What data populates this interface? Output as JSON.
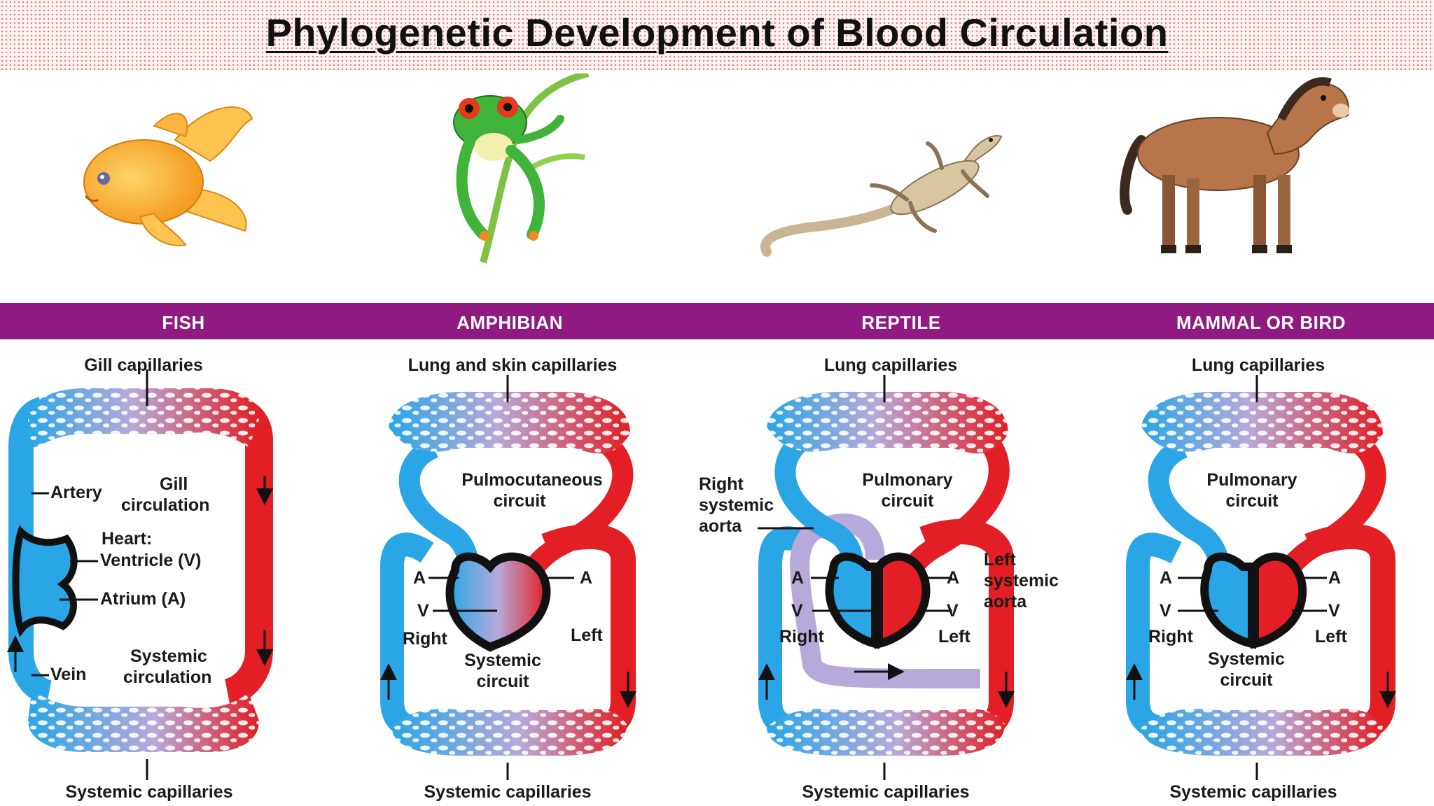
{
  "title": "Phylogenetic Development of Blood Circulation",
  "animals": [
    {
      "name": "goldfish",
      "icon": "goldfish-illustration"
    },
    {
      "name": "frog",
      "icon": "tree-frog-illustration"
    },
    {
      "name": "lizard",
      "icon": "lizard-illustration"
    },
    {
      "name": "horse",
      "icon": "horse-illustration"
    }
  ],
  "columns": [
    {
      "header": "FISH",
      "top_capillaries": "Gill capillaries",
      "bottom_capillaries": "Systemic capillaries",
      "artery": "Artery",
      "gill_circ_1": "Gill",
      "gill_circ_2": "circulation",
      "heart_1": "Heart:",
      "heart_2": "Ventricle (V)",
      "atrium": "Atrium (A)",
      "vein": "Vein",
      "sys_circ_1": "Systemic",
      "sys_circ_2": "circulation"
    },
    {
      "header": "AMPHIBIAN",
      "top_capillaries": "Lung and skin capillaries",
      "bottom_capillaries": "Systemic capillaries",
      "circuit_1": "Pulmocutaneous",
      "circuit_2": "circuit",
      "a_left": "A",
      "a_right": "A",
      "v": "V",
      "right": "Right",
      "left": "Left",
      "sys_1": "Systemic",
      "sys_2": "circuit"
    },
    {
      "header": "REPTILE",
      "top_capillaries": "Lung capillaries",
      "bottom_capillaries": "Systemic capillaries",
      "circuit_1": "Pulmonary",
      "circuit_2": "circuit",
      "rsa_1": "Right",
      "rsa_2": "systemic",
      "rsa_3": "aorta",
      "lsa_1": "Left",
      "lsa_2": "systemic",
      "lsa_3": "aorta",
      "a_left": "A",
      "a_right": "A",
      "v_left": "V",
      "v_right": "V",
      "right": "Right",
      "left": "Left"
    },
    {
      "header": "MAMMAL OR BIRD",
      "top_capillaries": "Lung capillaries",
      "bottom_capillaries": "Systemic capillaries",
      "circuit_1": "Pulmonary",
      "circuit_2": "circuit",
      "a_left": "A",
      "a_right": "A",
      "v_left": "V",
      "v_right": "V",
      "right": "Right",
      "left": "Left",
      "sys_1": "Systemic",
      "sys_2": "circuit"
    }
  ],
  "colors": {
    "oxygen_poor": "#2aa6e6",
    "oxygen_rich": "#e31e24",
    "mixed": "#b7a9d9",
    "heart_outline": "#111111",
    "band": "#8e1a82"
  }
}
